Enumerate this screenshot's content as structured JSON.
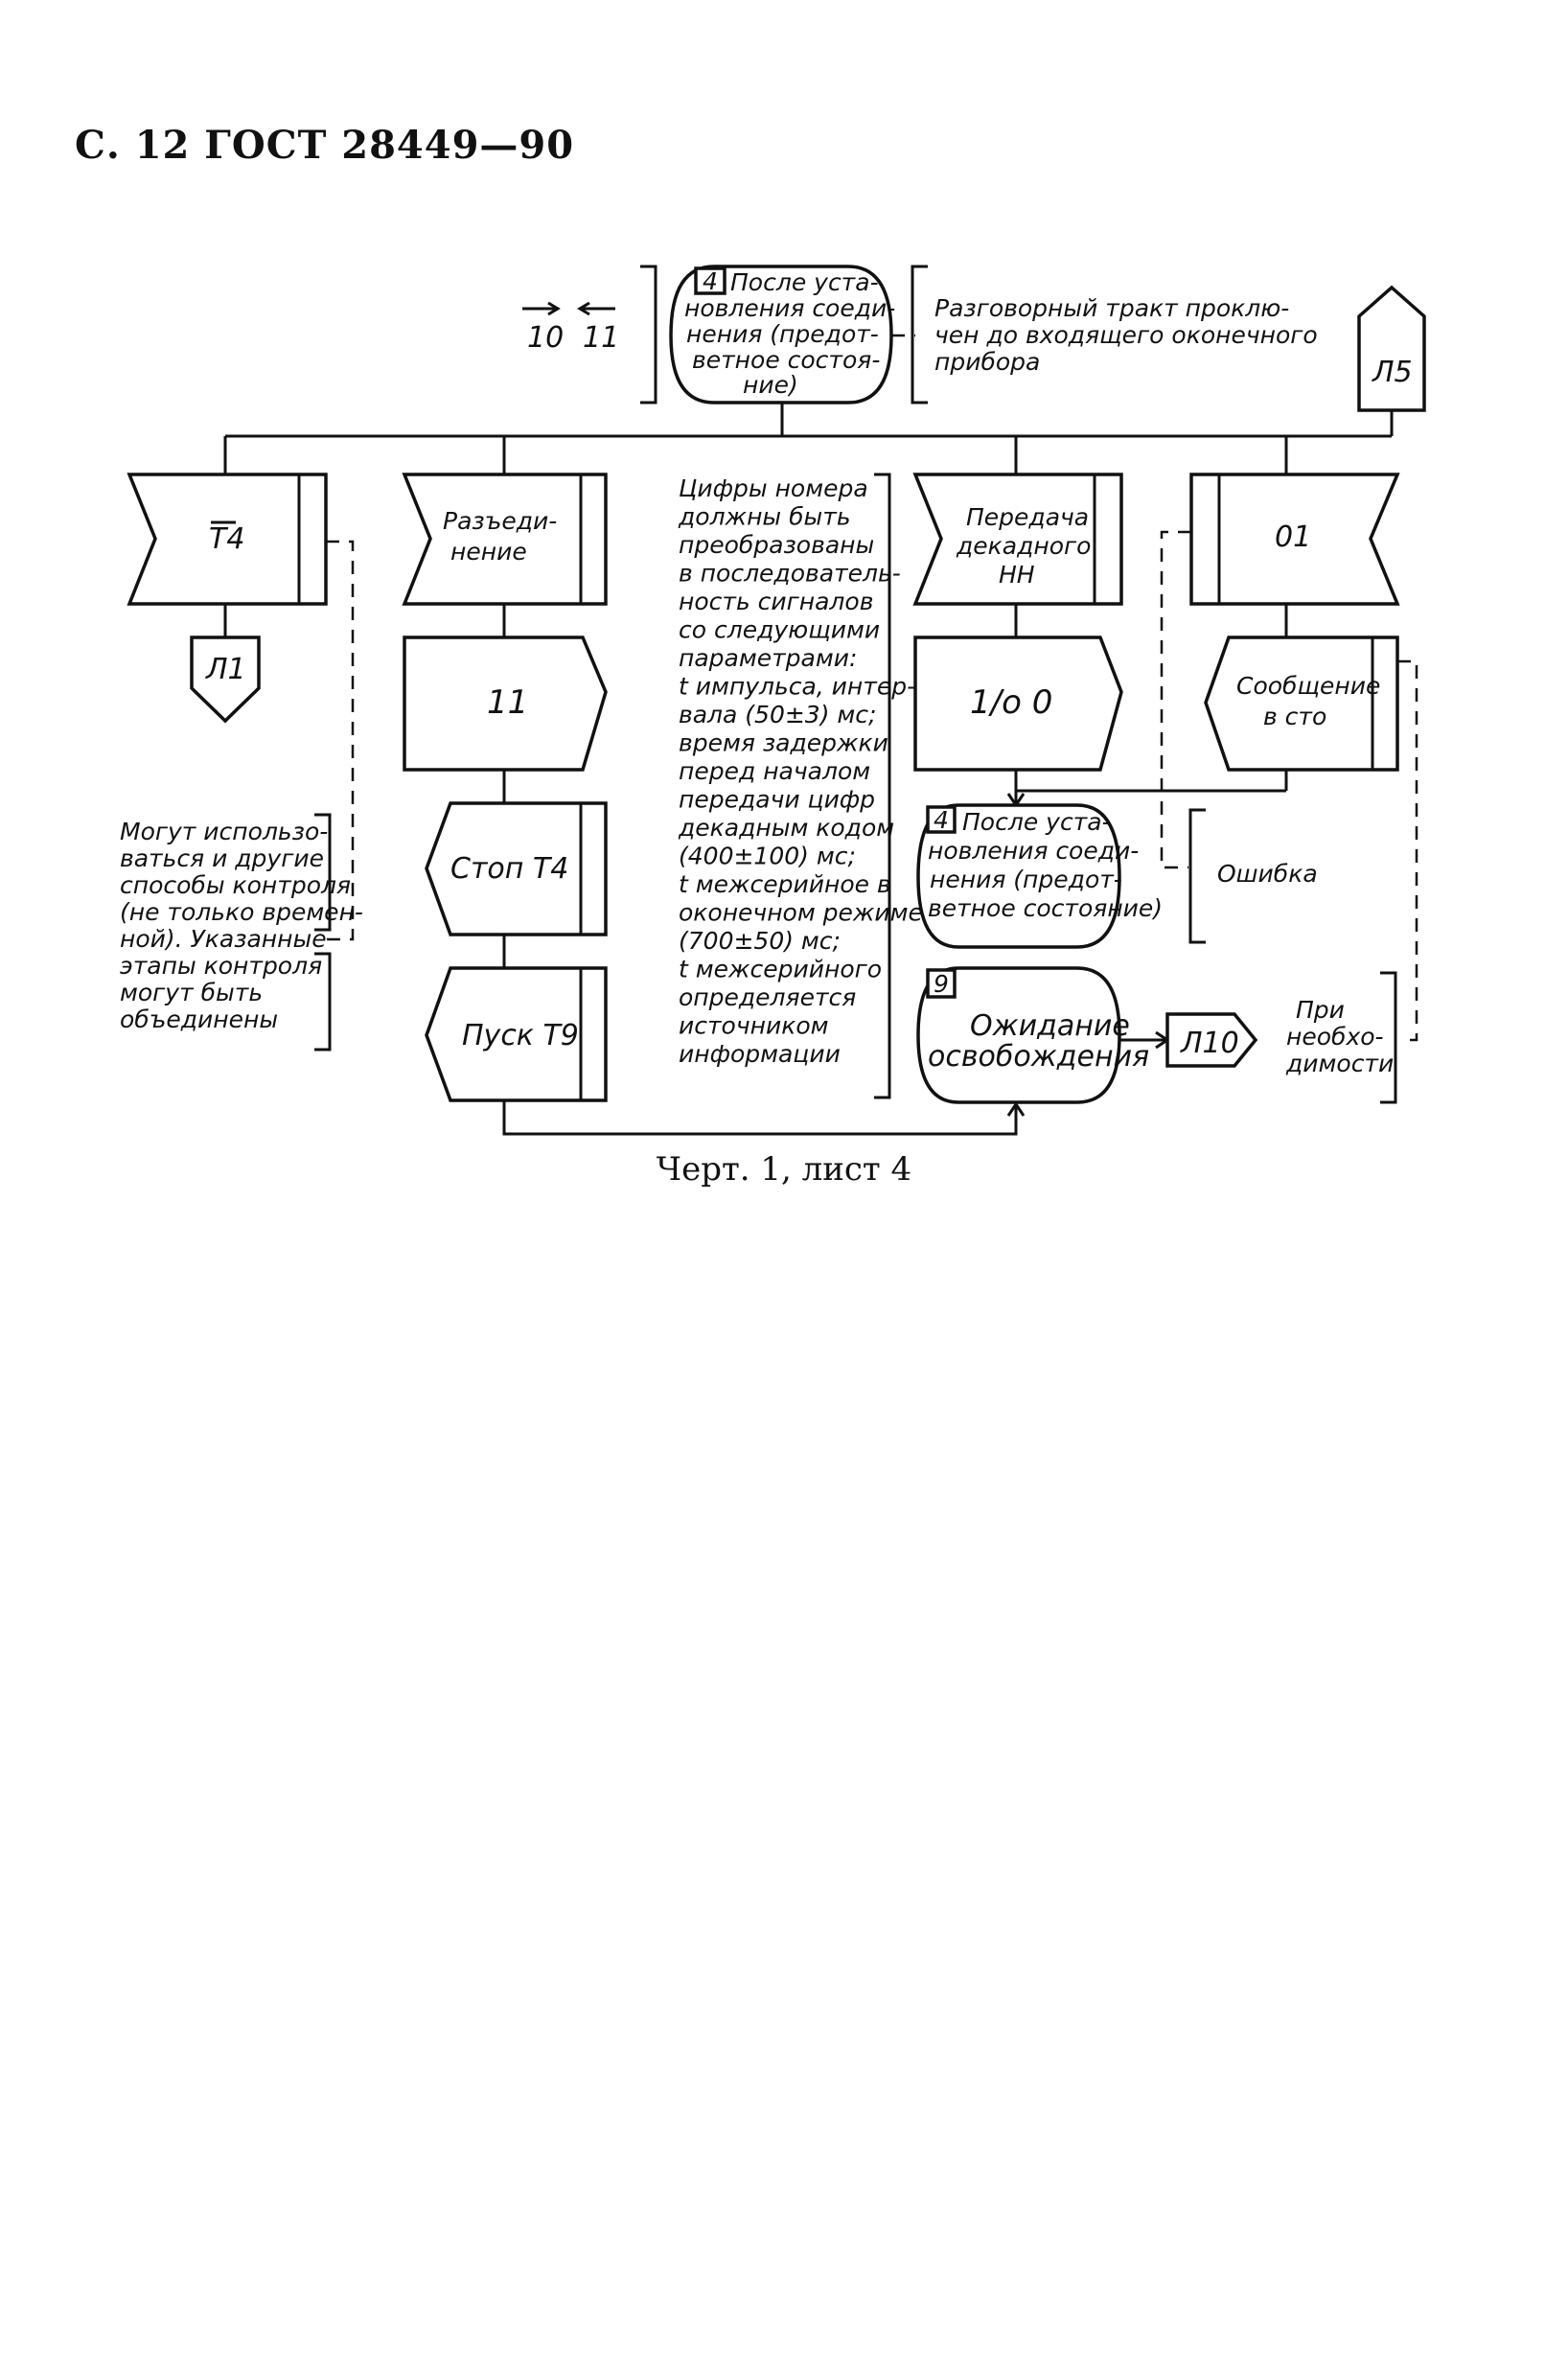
{
  "header": {
    "text": "С. 12 ГОСТ 28449—90"
  },
  "caption": {
    "text": "Черт. 1, лист 4"
  },
  "diagram": {
    "arrows_top": {
      "left": "10",
      "right": "11"
    },
    "state_top": {
      "number": "4",
      "lines": [
        "После уста-",
        "новления соеди-",
        "нения (предот-",
        "ветное состоя-",
        "ние)"
      ]
    },
    "comment_top": {
      "lines": [
        "Разговорный тракт проклю-",
        "чен до входящего оконечного",
        "прибора"
      ]
    },
    "connector_l5": "Л5",
    "col1": {
      "input": "T4",
      "connector": "Л1"
    },
    "col2": {
      "input": [
        "Разъеди-",
        "нение"
      ],
      "output": "11",
      "stop": "Стоп T4",
      "start": "Пуск T9"
    },
    "col3_note": {
      "lines": [
        "Цифры номера",
        "должны быть",
        "преобразованы",
        "в последователь-",
        "ность сигналов",
        "со следующими",
        "параметрами:",
        "t импульса, интер-",
        "вала (50±3) мс;",
        "время задержки",
        "перед началом",
        "передачи цифр",
        "декадным кодом",
        "(400±100) мс;",
        "t межсерийное в",
        "оконечном режиме",
        "(700±50) мс;",
        "t межсерийного",
        "определяется",
        "источником",
        "информации"
      ]
    },
    "col4": {
      "input": [
        "Передача",
        "декадного",
        "НН"
      ],
      "output": "1/о 0",
      "state": {
        "number": "4",
        "lines": [
          "После уста-",
          "новления соеди-",
          "нения (предот-",
          "ветное состояние)"
        ]
      },
      "wait": {
        "number": "9",
        "lines": [
          "Ожидание",
          "освобождения"
        ]
      },
      "connector_l10": "Л10"
    },
    "col5": {
      "input": "01",
      "output": [
        "Сообщение",
        "в сто"
      ],
      "error": "Ошибка",
      "note": [
        "При",
        "необхо-",
        "димости"
      ]
    },
    "left_note": {
      "lines": [
        "Могут использо-",
        "ваться и другие",
        "способы контроля",
        "(не только времен-",
        "ной). Указанные",
        "этапы контроля",
        "могут быть",
        "объединены"
      ]
    }
  }
}
